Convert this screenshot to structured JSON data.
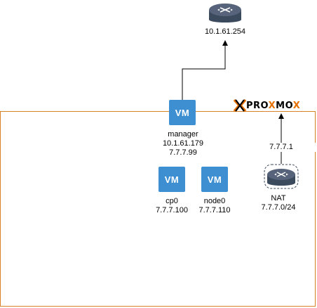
{
  "gateway": {
    "ip": "10.1.61.254",
    "icon": "router-icon"
  },
  "brand": {
    "name_a": "PRO",
    "name_x": "X",
    "name_b": "MO",
    "name_c": "X",
    "accent": "#e57000"
  },
  "colors": {
    "vm": "#3d8fd1",
    "frame": "#d9822b",
    "router": "#3c4a5e"
  },
  "nodes": {
    "manager": {
      "badge": "VM",
      "name": "manager",
      "ip1": "10.1.61.179",
      "ip2": "7.7.7.99"
    },
    "cp0": {
      "badge": "VM",
      "name": "cp0",
      "ip": "7.7.7.100"
    },
    "node0": {
      "badge": "VM",
      "name": "node0",
      "ip": "7.7.7.110"
    }
  },
  "nat": {
    "link_label": "7.7.7.1",
    "name": "NAT",
    "subnet": "7.7.7.0/24",
    "icon": "router-icon"
  }
}
